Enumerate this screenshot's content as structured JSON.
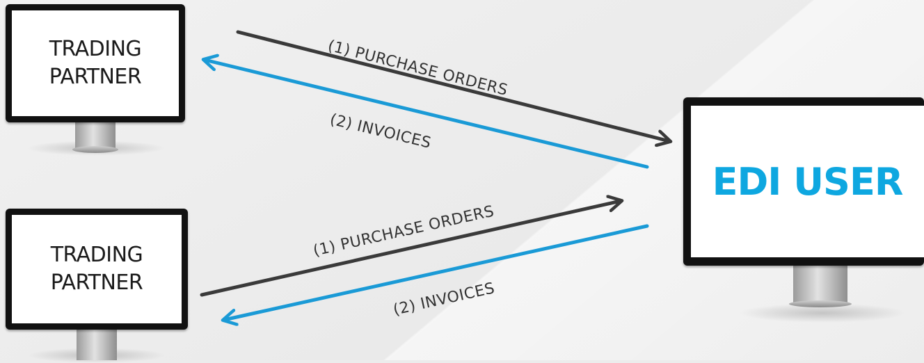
{
  "partners": [
    {
      "label_line1": "TRADING",
      "label_line2": "PARTNER"
    },
    {
      "label_line1": "TRADING",
      "label_line2": "PARTNER"
    }
  ],
  "edi_user": {
    "label": "EDI USER"
  },
  "flows": {
    "purchase_orders_label": "(1) PURCHASE ORDERS",
    "invoices_label": "(2) INVOICES"
  },
  "colors": {
    "purchase_orders_arrow": "#3a3a3a",
    "invoices_arrow": "#1a9ad6",
    "edi_text": "#0ea7e0"
  }
}
